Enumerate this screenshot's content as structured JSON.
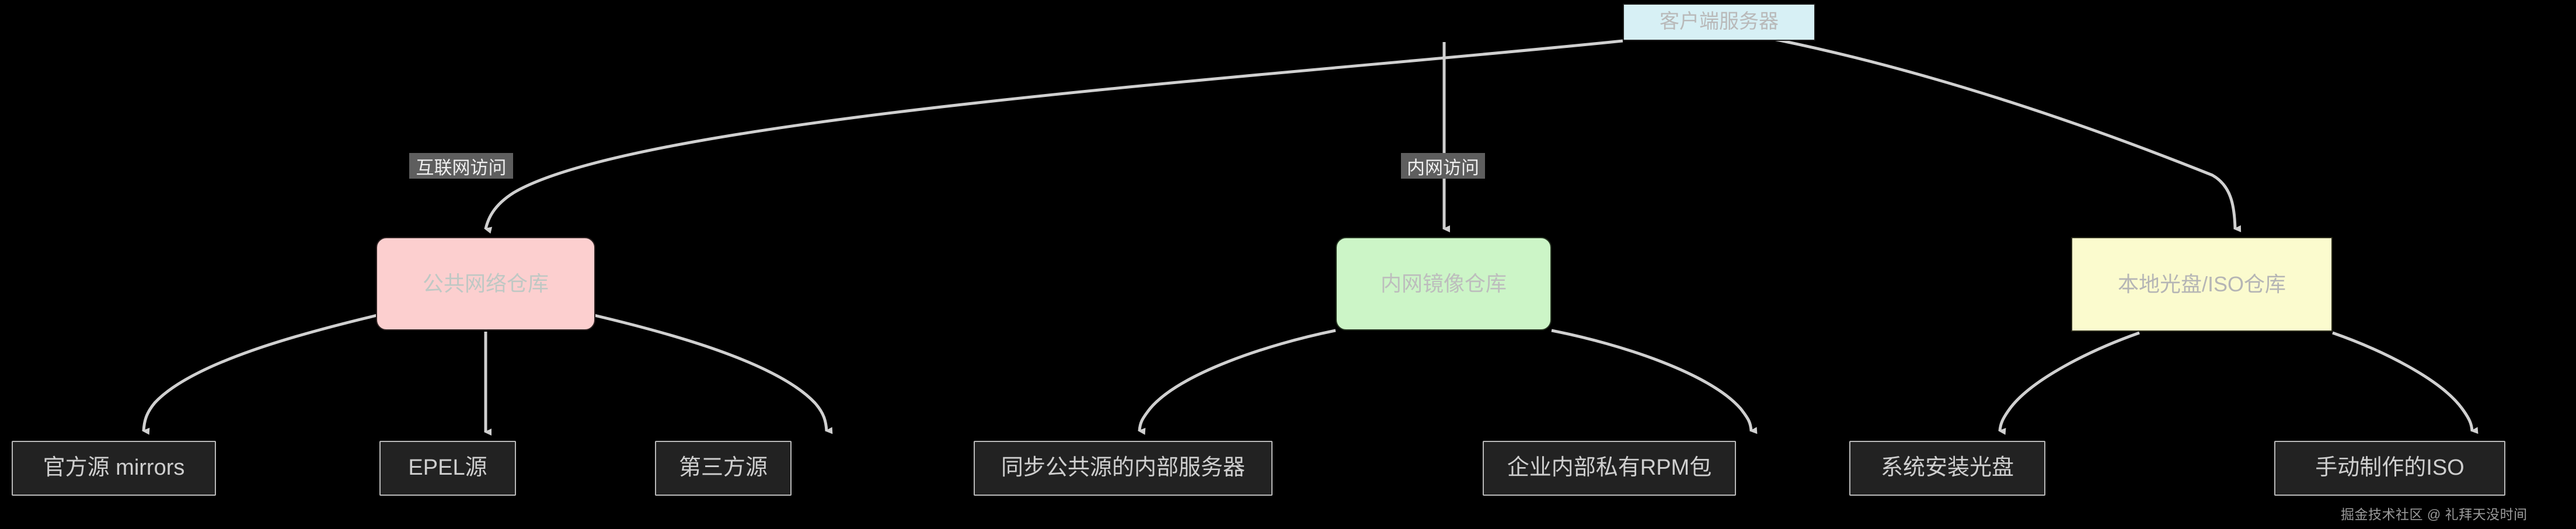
{
  "diagram": {
    "type": "flowchart",
    "direction": "top-down",
    "background_color": "#000000",
    "edge_color": "#d0d0d0",
    "nodes": {
      "client": {
        "label": "客户端服务器",
        "fill": "#d7f0f5",
        "stroke": "#1b1b1b",
        "shape": "rect"
      },
      "public_repo": {
        "label": "公共网络仓库",
        "fill": "#fccfcf",
        "stroke": "#2a2020",
        "shape": "rounded"
      },
      "intranet_repo": {
        "label": "内网镜像仓库",
        "fill": "#ccf5c7",
        "stroke": "#23301f",
        "shape": "rounded"
      },
      "iso_repo": {
        "label": "本地光盘/ISO仓库",
        "fill": "#fbfbce",
        "stroke": "#2a2a1b",
        "shape": "rect"
      },
      "leaf_mirrors": {
        "label": "官方源 mirrors",
        "fill": "#222222",
        "stroke": "#b9b9b9",
        "shape": "rect"
      },
      "leaf_epel": {
        "label": "EPEL源",
        "fill": "#222222",
        "stroke": "#b9b9b9",
        "shape": "rect"
      },
      "leaf_thirdparty": {
        "label": "第三方源",
        "fill": "#222222",
        "stroke": "#b9b9b9",
        "shape": "rect"
      },
      "leaf_sync_server": {
        "label": "同步公共源的内部服务器",
        "fill": "#222222",
        "stroke": "#b9b9b9",
        "shape": "rect"
      },
      "leaf_private_rpm": {
        "label": "企业内部私有RPM包",
        "fill": "#222222",
        "stroke": "#b9b9b9",
        "shape": "rect"
      },
      "leaf_install_disc": {
        "label": "系统安装光盘",
        "fill": "#222222",
        "stroke": "#b9b9b9",
        "shape": "rect"
      },
      "leaf_manual_iso": {
        "label": "手动制作的ISO",
        "fill": "#222222",
        "stroke": "#b9b9b9",
        "shape": "rect"
      }
    },
    "edge_labels": {
      "internet_access": "互联网访问",
      "intranet_access": "内网访问"
    },
    "edges": [
      {
        "from": "client",
        "to": "public_repo",
        "label": "互联网访问"
      },
      {
        "from": "client",
        "to": "intranet_repo",
        "label": "内网访问"
      },
      {
        "from": "client",
        "to": "iso_repo",
        "label": ""
      },
      {
        "from": "public_repo",
        "to": "leaf_mirrors",
        "label": ""
      },
      {
        "from": "public_repo",
        "to": "leaf_epel",
        "label": ""
      },
      {
        "from": "public_repo",
        "to": "leaf_thirdparty",
        "label": ""
      },
      {
        "from": "intranet_repo",
        "to": "leaf_sync_server",
        "label": ""
      },
      {
        "from": "intranet_repo",
        "to": "leaf_private_rpm",
        "label": ""
      },
      {
        "from": "iso_repo",
        "to": "leaf_install_disc",
        "label": ""
      },
      {
        "from": "iso_repo",
        "to": "leaf_manual_iso",
        "label": ""
      }
    ]
  },
  "watermark": {
    "text": "掘金技术社区 @ 礼拜天没时间"
  }
}
